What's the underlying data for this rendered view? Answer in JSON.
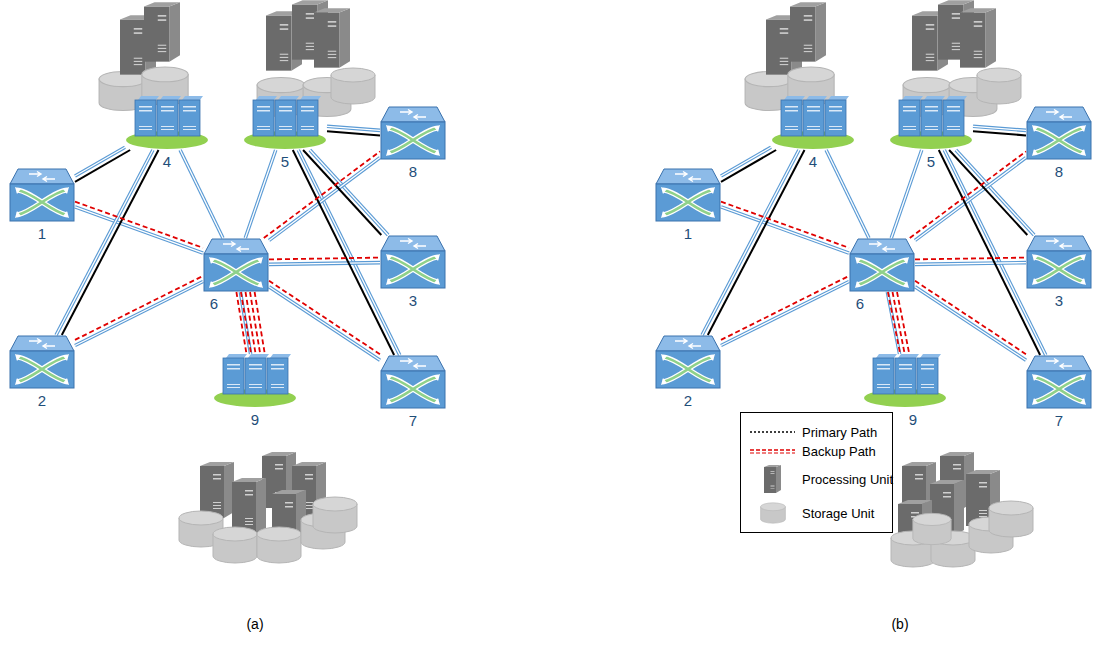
{
  "diagram": {
    "nodes": [
      {
        "text": [
          "1"
        ]
      },
      {
        "text": [
          "2"
        ]
      },
      {
        "text": [
          "3"
        ]
      },
      {
        "text": [
          "4"
        ]
      },
      {
        "text": [
          "5"
        ]
      },
      {
        "text": [
          "6"
        ]
      },
      {
        "text": [
          "7"
        ]
      },
      {
        "text": [
          "8"
        ]
      },
      {
        "text": [
          "9"
        ]
      },
      {
        "text": [
          "1"
        ]
      },
      {
        "text": [
          "2"
        ]
      },
      {
        "text": [
          "3"
        ]
      },
      {
        "text": [
          "4"
        ]
      },
      {
        "text": [
          "5"
        ]
      },
      {
        "text": [
          "6"
        ]
      },
      {
        "text": [
          "7"
        ]
      },
      {
        "text": [
          "8"
        ]
      },
      {
        "text": [
          "9"
        ]
      }
    ],
    "edges": [
      {
        "from": 0,
        "to": 3,
        "arrow": "none"
      },
      {
        "from": 0,
        "to": 5,
        "arrow": "none"
      },
      {
        "from": 1,
        "to": 3,
        "arrow": "none"
      },
      {
        "from": 1,
        "to": 5,
        "arrow": "none"
      },
      {
        "from": 3,
        "to": 5,
        "arrow": "none"
      },
      {
        "from": 4,
        "to": 5,
        "arrow": "none"
      },
      {
        "from": 4,
        "to": 7,
        "arrow": "none"
      },
      {
        "from": 4,
        "to": 2,
        "arrow": "none"
      },
      {
        "from": 4,
        "to": 6,
        "arrow": "none"
      },
      {
        "from": 5,
        "to": 7,
        "arrow": "none"
      },
      {
        "from": 5,
        "to": 2,
        "arrow": "none"
      },
      {
        "from": 5,
        "to": 6,
        "arrow": "none"
      },
      {
        "from": 5,
        "to": 8,
        "arrow": "none"
      },
      {
        "from": 0,
        "to": 3,
        "arrow": "none"
      },
      {
        "from": 1,
        "to": 3,
        "arrow": "none"
      },
      {
        "from": 4,
        "to": 7,
        "arrow": "none"
      },
      {
        "from": 4,
        "to": 2,
        "arrow": "none"
      },
      {
        "from": 4,
        "to": 6,
        "arrow": "none"
      },
      {
        "from": 0,
        "to": 5,
        "arrow": "none"
      },
      {
        "from": 1,
        "to": 5,
        "arrow": "none"
      },
      {
        "from": 5,
        "to": 7,
        "arrow": "none"
      },
      {
        "from": 5,
        "to": 2,
        "arrow": "none"
      },
      {
        "from": 5,
        "to": 6,
        "arrow": "none"
      },
      {
        "from": 5,
        "to": 8,
        "arrow": "none"
      },
      {
        "from": 5,
        "to": 8,
        "arrow": "none"
      },
      {
        "from": 5,
        "to": 8,
        "arrow": "none"
      },
      {
        "from": 5,
        "to": 8,
        "arrow": "none"
      },
      {
        "from": 5,
        "to": 8,
        "arrow": "none"
      },
      {
        "from": 9,
        "to": 12,
        "arrow": "none"
      },
      {
        "from": 9,
        "to": 14,
        "arrow": "none"
      },
      {
        "from": 10,
        "to": 12,
        "arrow": "none"
      },
      {
        "from": 10,
        "to": 14,
        "arrow": "none"
      },
      {
        "from": 12,
        "to": 14,
        "arrow": "none"
      },
      {
        "from": 13,
        "to": 14,
        "arrow": "none"
      },
      {
        "from": 13,
        "to": 16,
        "arrow": "none"
      },
      {
        "from": 13,
        "to": 11,
        "arrow": "none"
      },
      {
        "from": 13,
        "to": 15,
        "arrow": "none"
      },
      {
        "from": 14,
        "to": 16,
        "arrow": "none"
      },
      {
        "from": 14,
        "to": 11,
        "arrow": "none"
      },
      {
        "from": 14,
        "to": 15,
        "arrow": "none"
      },
      {
        "from": 14,
        "to": 17,
        "arrow": "none"
      },
      {
        "from": 9,
        "to": 12,
        "arrow": "none"
      },
      {
        "from": 10,
        "to": 12,
        "arrow": "none"
      },
      {
        "from": 13,
        "to": 16,
        "arrow": "none"
      },
      {
        "from": 13,
        "to": 11,
        "arrow": "none"
      },
      {
        "from": 13,
        "to": 15,
        "arrow": "none"
      },
      {
        "from": 9,
        "to": 14,
        "arrow": "none"
      },
      {
        "from": 10,
        "to": 14,
        "arrow": "none"
      },
      {
        "from": 14,
        "to": 16,
        "arrow": "none"
      },
      {
        "from": 14,
        "to": 11,
        "arrow": "none"
      },
      {
        "from": 14,
        "to": 15,
        "arrow": "none"
      },
      {
        "from": 14,
        "to": 17,
        "arrow": "none"
      },
      {
        "from": 14,
        "to": 17,
        "arrow": "none"
      },
      {
        "from": 14,
        "to": 17,
        "arrow": "none"
      }
    ],
    "labels": [
      "(a)",
      "(b)"
    ],
    "legend": [
      {
        "text": "Primary Path"
      },
      {
        "text": "Backup Path"
      },
      {
        "text": "Processing Unit"
      },
      {
        "text": "Storage Unit"
      }
    ]
  }
}
